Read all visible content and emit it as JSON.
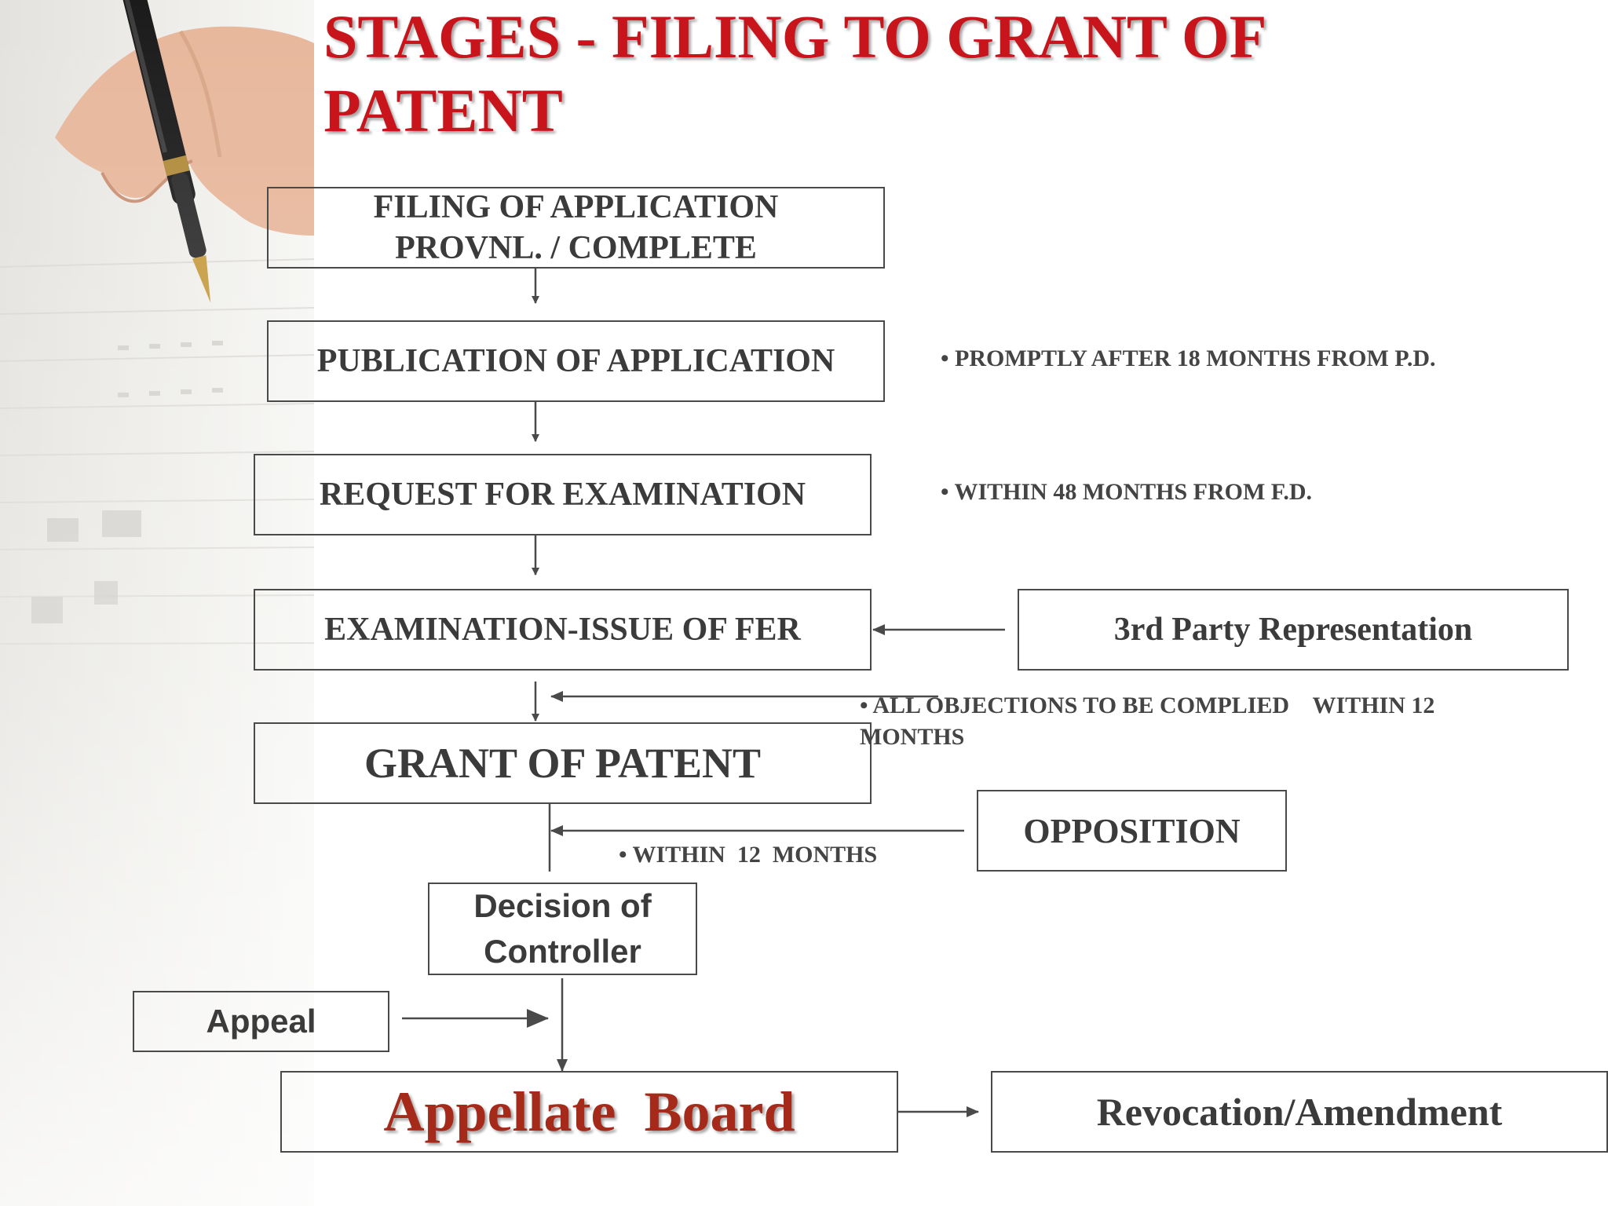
{
  "title": {
    "line1": "STAGES - FILING TO  GRANT OF",
    "line2": "PATENT"
  },
  "flow": {
    "filing": {
      "line1": "FILING OF APPLICATION",
      "line2": "PROVNL. / COMPLETE"
    },
    "publication": "PUBLICATION OF APPLICATION",
    "request": "REQUEST FOR EXAMINATION",
    "examination": "EXAMINATION-ISSUE OF FER",
    "grant": "GRANT OF PATENT",
    "decision": {
      "line1": "Decision of",
      "line2": "Controller"
    },
    "appellate": "Appellate  Board"
  },
  "side": {
    "third_party": "3rd Party Representation",
    "opposition": "OPPOSITION",
    "appeal": "Appeal",
    "revocation": "Revocation/Amendment"
  },
  "notes": {
    "publication": "• PROMPTLY AFTER 18 MONTHS FROM P.D.",
    "request": "• WITHIN 48 MONTHS FROM F.D.",
    "objections_line1": "• ALL OBJECTIONS TO BE COMPLIED    WITHIN 12",
    "objections_line2": "MONTHS",
    "opposition": "• WITHIN  12  MONTHS"
  },
  "colors": {
    "title": "#c8141b",
    "appellate": "#a52a1a",
    "box_border": "#4a4a4a",
    "text": "#3b3b3b"
  }
}
